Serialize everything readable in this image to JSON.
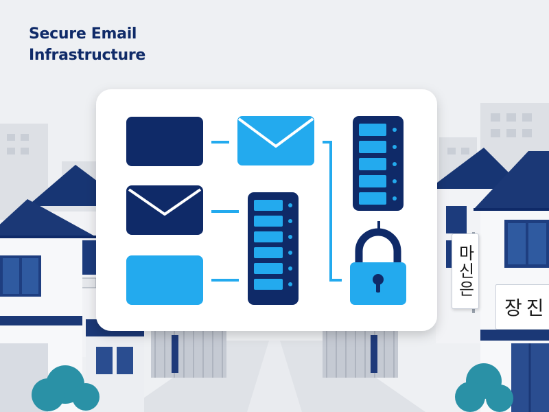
{
  "title_line1": "Secure Email",
  "title_line2": "Infrastructure",
  "sign_vertical": "마신은",
  "sign_horizontal": "장진",
  "colors": {
    "navy": "#0f2a68",
    "sky": "#23aaee",
    "background": "#eef0f3",
    "card": "#ffffff"
  },
  "icons": [
    "envelope-icon",
    "server-rack-icon",
    "padlock-icon",
    "folder-icon"
  ]
}
